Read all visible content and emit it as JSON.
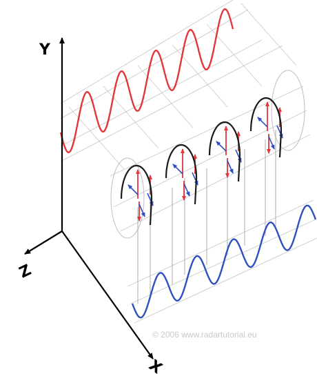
{
  "axes": {
    "y_label": "Y",
    "z_label": "Z",
    "x_label": "X"
  },
  "credit": "© 2006  www.radartutorial.eu",
  "colors": {
    "axis": "#000000",
    "grid": "#c8c8c8",
    "vertical_wave": "#e0363c",
    "horizontal_wave": "#2f4fc0",
    "helix": "#1a1a1a",
    "credit": "#c9c9c9",
    "background": "#ffffff"
  }
}
